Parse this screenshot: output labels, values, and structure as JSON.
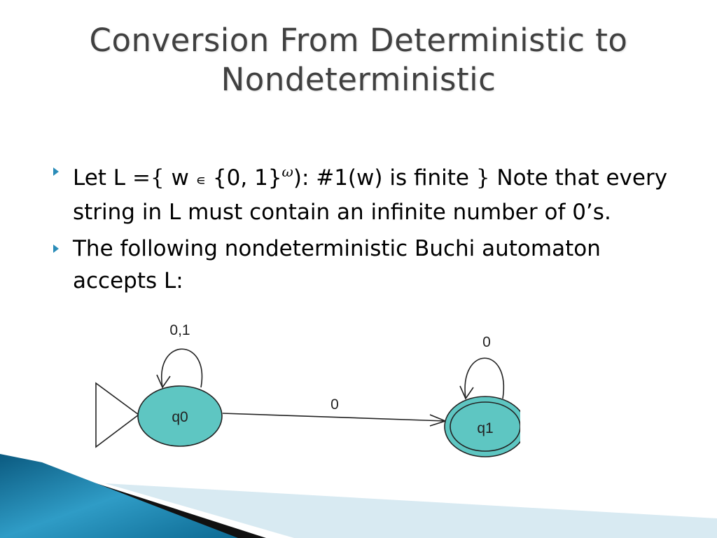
{
  "slide": {
    "title_line1": "Conversion From Deterministic to",
    "title_line2": "Nondeterministic"
  },
  "bullets": [
    {
      "segments": [
        "Let L ",
        "={",
        " w ",
        "∊",
        " {0, 1}",
        "ω",
        "): #1(w) is finite ",
        "}",
        " Note that every string in L must contain an infinite number of 0’s."
      ]
    },
    {
      "text": "The following nondeterministic Buchi automaton accepts L:"
    }
  ],
  "automaton": {
    "states": [
      {
        "id": "q0",
        "label": "q0",
        "initial": true,
        "accepting": false
      },
      {
        "id": "q1",
        "label": "q1",
        "initial": false,
        "accepting": true
      }
    ],
    "transitions": [
      {
        "from": "q0",
        "to": "q0",
        "label": "0,1"
      },
      {
        "from": "q0",
        "to": "q1",
        "label": "0"
      },
      {
        "from": "q1",
        "to": "q1",
        "label": "0"
      }
    ],
    "state_fill": "#5ec6c2",
    "stroke": "#222222"
  },
  "theme": {
    "accent": "#2a8cb8",
    "band_dark": "#0f5f86",
    "band_light": "#d3e8f0"
  }
}
